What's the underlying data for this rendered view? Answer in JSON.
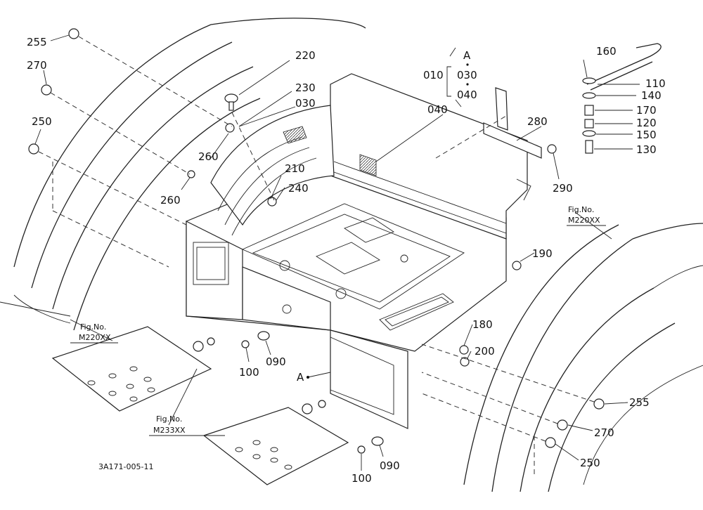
{
  "callouts": {
    "c255a": "255",
    "c270a": "270",
    "c250a": "250",
    "c220": "220",
    "c230": "230",
    "c030a": "030",
    "c260a": "260",
    "c260b": "260",
    "c210": "210",
    "c240": "240",
    "c040a": "040",
    "c010": "010",
    "cA_top": "A",
    "c030b": "030",
    "c040b": "040",
    "c160": "160",
    "c110": "110",
    "c140": "140",
    "c170": "170",
    "c120": "120",
    "c150": "150",
    "c130": "130",
    "c280": "280",
    "c290": "290",
    "c190": "190",
    "c180": "180",
    "c200": "200",
    "c255b": "255",
    "c270b": "270",
    "c250b": "250",
    "c100a": "100",
    "c090a": "090",
    "c100b": "100",
    "c090b": "090",
    "cA_ref": "A"
  },
  "figrefs": {
    "ref1_label": "Fig.No.",
    "ref1_code": "M220XX",
    "ref2_label": "Fig.No.",
    "ref2_code": "M220XX",
    "ref3_label": "Fig.No.",
    "ref3_code": "M233XX"
  },
  "drawing_number": "3A171-005-11"
}
